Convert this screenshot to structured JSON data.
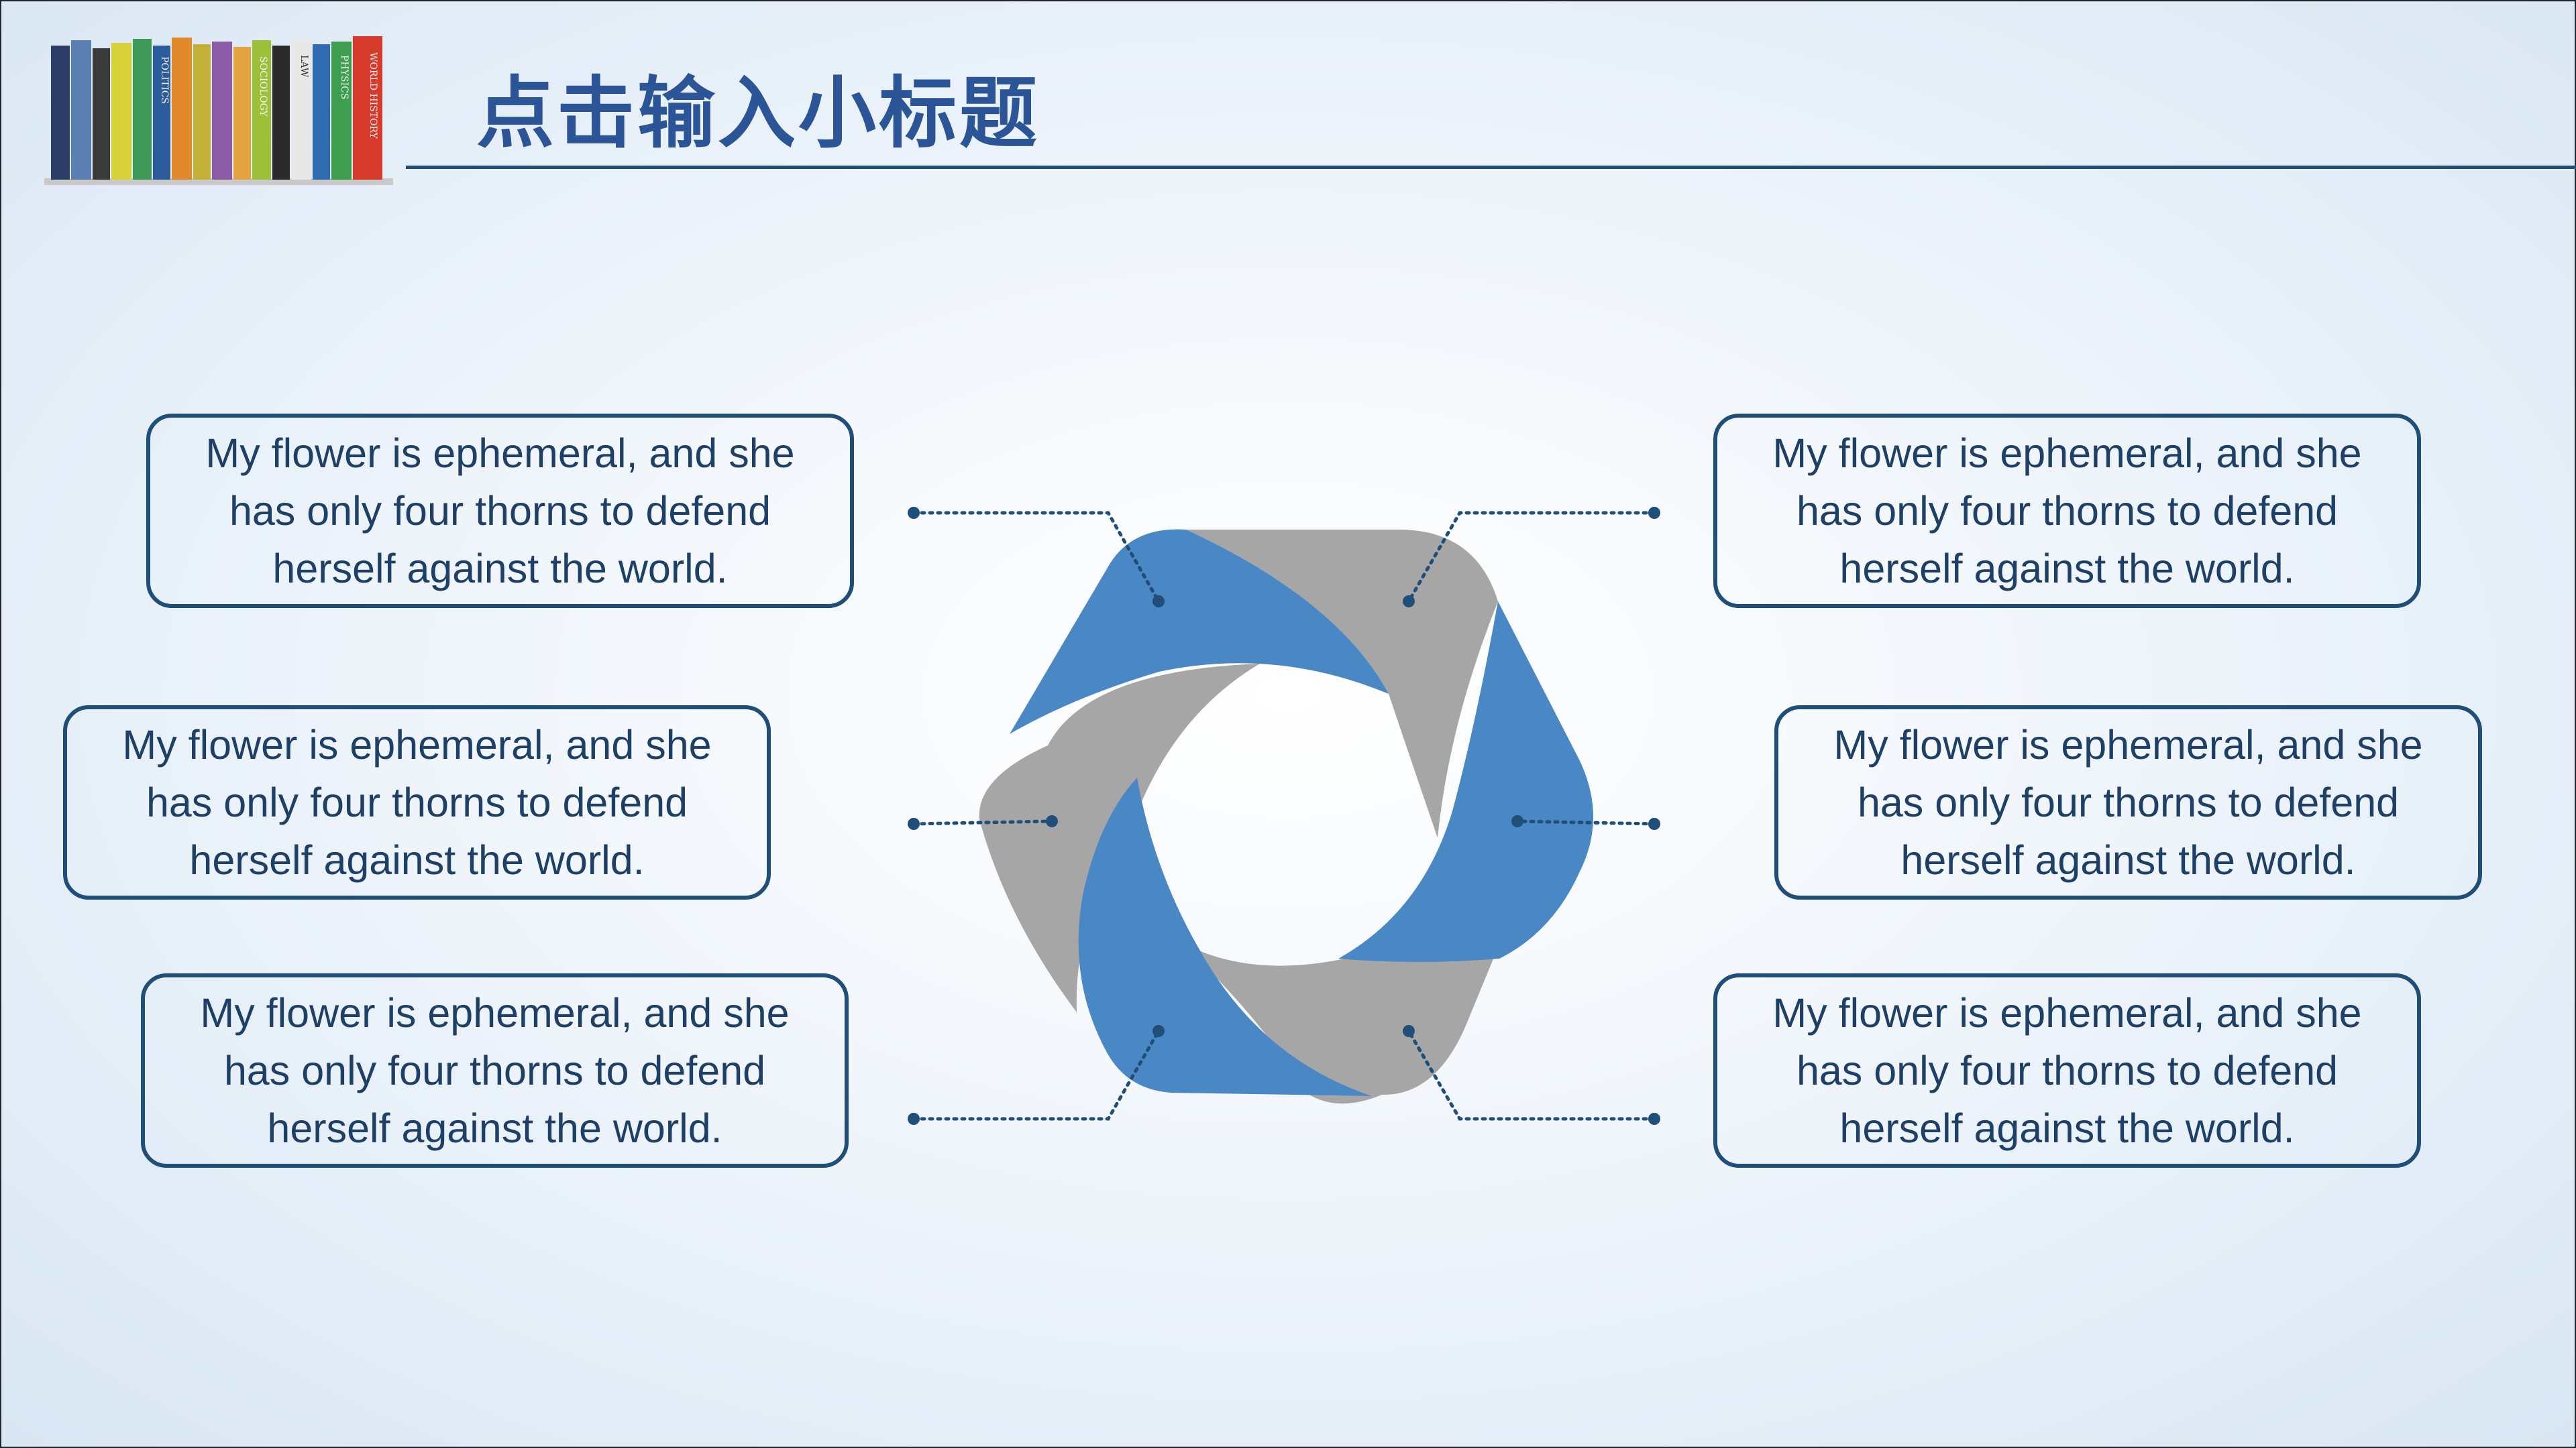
{
  "header": {
    "title": "点击输入小标题"
  },
  "decoration": {
    "image": "bookshelf-of-colorful-books",
    "spine_texts": [
      "WORLD HISTORY",
      "PHYSICS",
      "LAW",
      "SOCIOLOGY",
      "POLITICS"
    ]
  },
  "cards": [
    {
      "id": "top-left",
      "text": "My flower is ephemeral, and she has only four thorns to defend herself against the world."
    },
    {
      "id": "mid-left",
      "text": "My flower is ephemeral, and she has only four thorns to defend herself against the world."
    },
    {
      "id": "bot-left",
      "text": "My flower is ephemeral, and she has only four thorns to defend herself against the world."
    },
    {
      "id": "top-right",
      "text": "My flower is ephemeral, and she has only four thorns to defend herself against the world."
    },
    {
      "id": "mid-right",
      "text": "My flower is ephemeral, and she has only four thorns to defend herself against the world."
    },
    {
      "id": "bot-right",
      "text": "My flower is ephemeral, and she has only four thorns to defend herself against the world."
    }
  ],
  "diagram": {
    "shape": "hexagonal-ring-of-six-twisted-segments",
    "colors": {
      "blue": "#4a87c5",
      "gray": "#a6a6a6",
      "line": "#1f4e79",
      "border": "#1f4e79",
      "title": "#2c5597"
    }
  }
}
